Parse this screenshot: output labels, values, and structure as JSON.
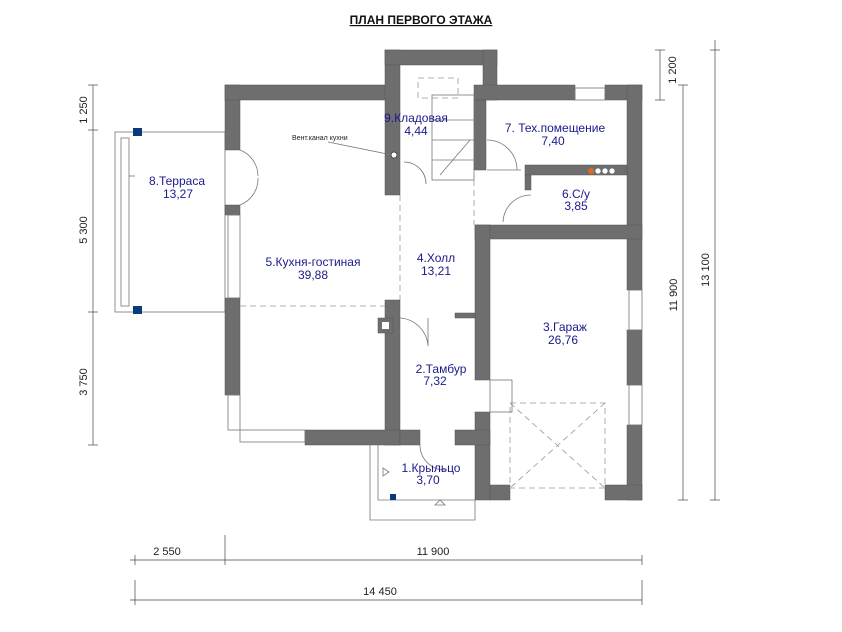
{
  "title": "ПЛАН ПЕРВОГО ЭТАЖА",
  "vent_note": "Вент.канал кухни",
  "rooms": [
    {
      "name": "1.Крыльцо",
      "area": "3,70"
    },
    {
      "name": "2.Тамбур",
      "area": "7,32"
    },
    {
      "name": "3.Гараж",
      "area": "26,76"
    },
    {
      "name": "4.Холл",
      "area": "13,21"
    },
    {
      "name": "5.Кухня-гостиная",
      "area": "39,88"
    },
    {
      "name": "6.С/у",
      "area": "3,85"
    },
    {
      "name": "7. Тех.помещение",
      "area": "7,40"
    },
    {
      "name": "8.Терраса",
      "area": "13,27"
    },
    {
      "name": "9.Кладовая",
      "area": "4,44"
    }
  ],
  "dimensions": {
    "left": [
      "1 250",
      "5 300",
      "3 750"
    ],
    "right_inner": "1 200",
    "right_mid": "11 900",
    "right_outer": "13 100",
    "bottom_left": "2 550",
    "bottom_right": "11 900",
    "bottom_total": "14 450"
  },
  "colors": {
    "wall": "#6e6e6e",
    "label": "#1a1a8c",
    "column": "#0b3a7a",
    "pipe": "#e06a1a"
  }
}
